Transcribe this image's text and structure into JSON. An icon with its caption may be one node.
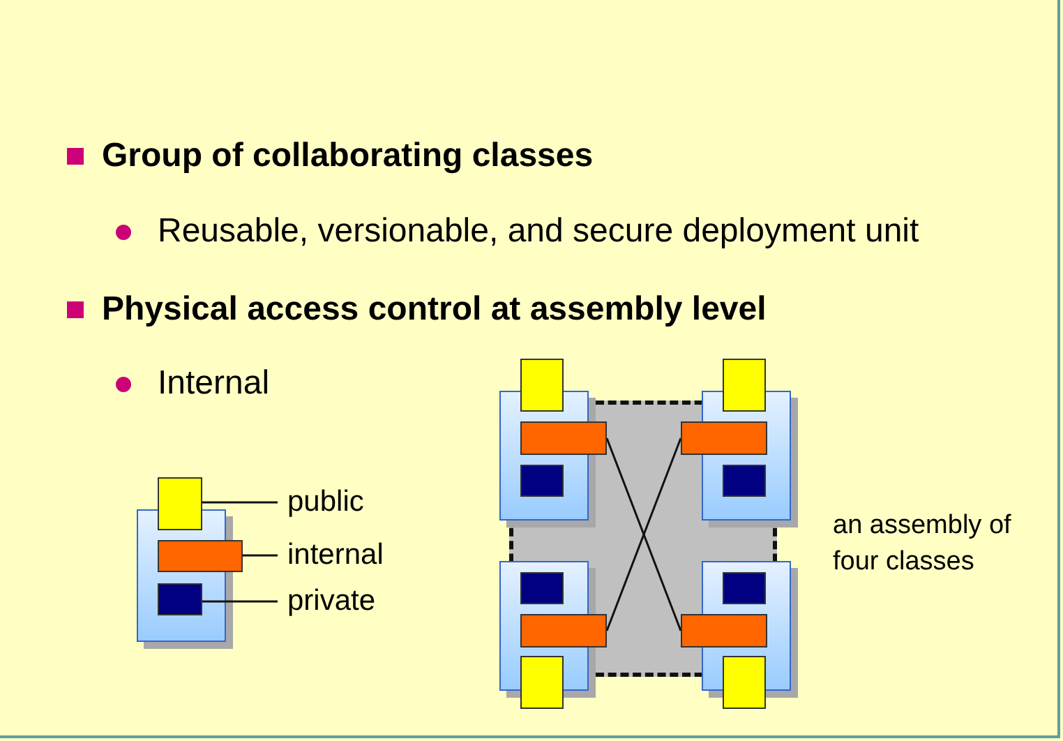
{
  "diagram": {
    "nodes": [
      {
        "text": [
          "public"
        ]
      },
      {
        "text": [],
        "shape": "box"
      },
      {
        "text": [
          "internal"
        ]
      },
      {
        "text": [],
        "shape": "bar"
      },
      {
        "text": [
          "private"
        ]
      },
      {
        "text": [],
        "shape": "box"
      },
      {
        "text": [],
        "shape": "bar"
      },
      {
        "text": [],
        "shape": "bar"
      },
      {
        "text": [],
        "shape": "bar"
      },
      {
        "text": [],
        "shape": "bar"
      },
      {
        "text": [],
        "shape": "box"
      },
      {
        "text": [],
        "shape": "box"
      },
      {
        "text": [],
        "shape": "box"
      },
      {
        "text": [],
        "shape": "box"
      },
      {
        "text": [],
        "shape": "box"
      },
      {
        "text": [],
        "shape": "box"
      },
      {
        "text": [],
        "shape": "box"
      },
      {
        "text": [],
        "shape": "box"
      }
    ],
    "edges": [
      {
        "from": 0,
        "to": 1,
        "arrow": "none"
      },
      {
        "from": 2,
        "to": 3,
        "arrow": "none"
      },
      {
        "from": 4,
        "to": 5,
        "arrow": "none"
      },
      {
        "from": 6,
        "to": 9,
        "arrow": "none"
      },
      {
        "from": 7,
        "to": 8,
        "arrow": "none"
      }
    ],
    "labels": [
      "Group of collaborating classes",
      "Reusable, versionable, and secure deployment unit",
      "Physical access control at assembly level",
      "Internal",
      "an assembly of four classes"
    ]
  }
}
